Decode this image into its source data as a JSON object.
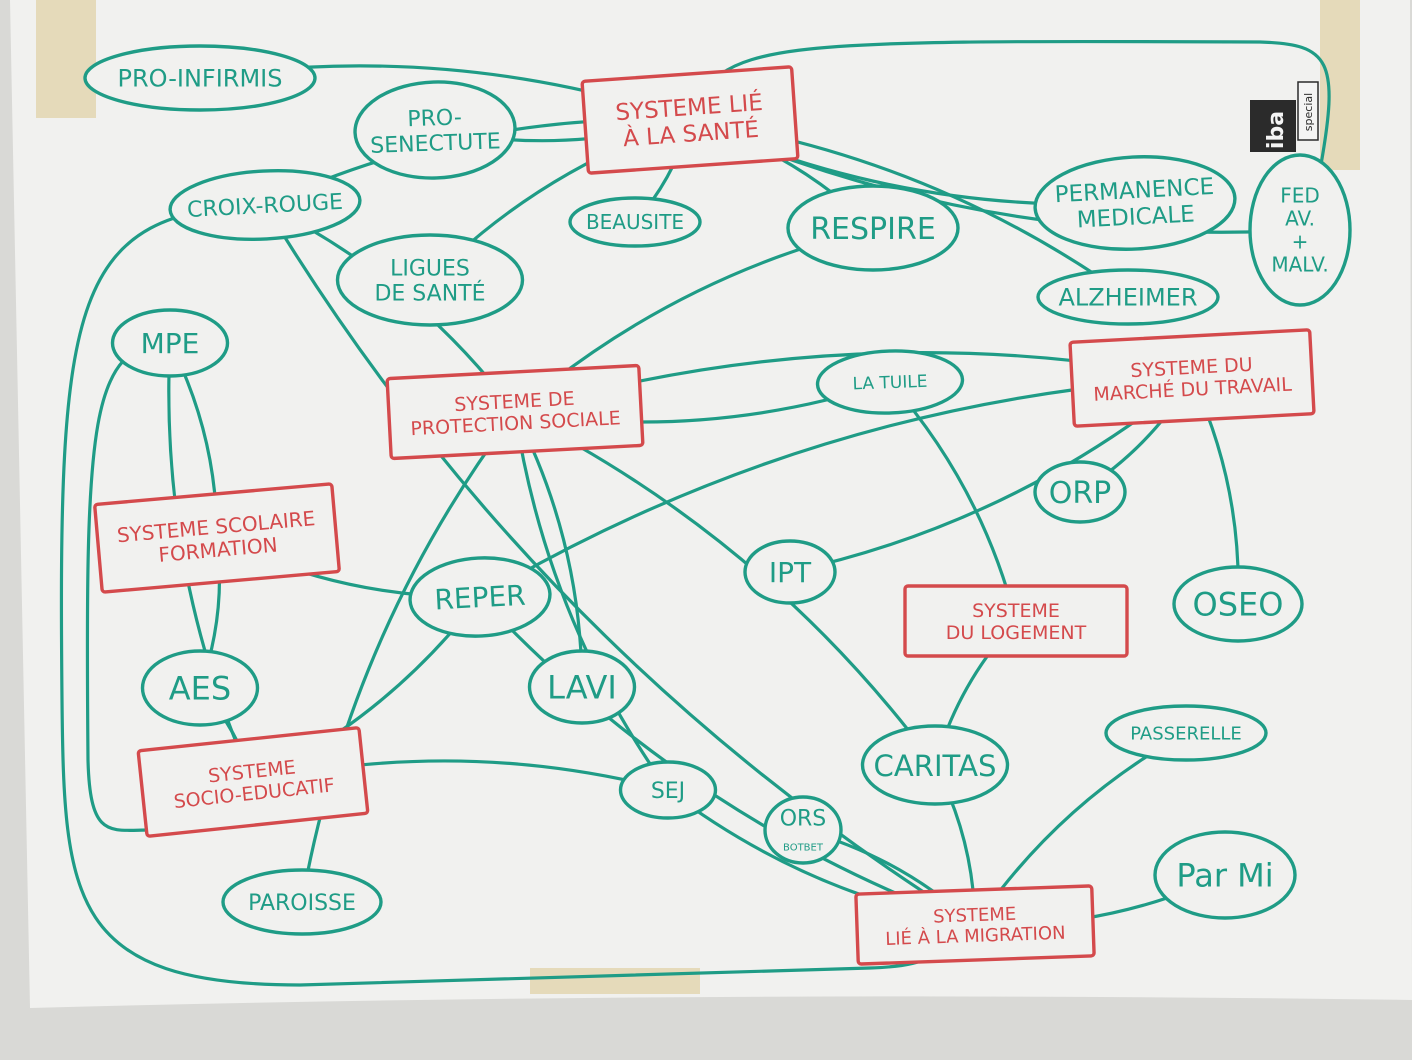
{
  "colors": {
    "wall": "#d9d9d6",
    "paper": "#f1f1ef",
    "tape": "#e3d6b0",
    "green_ink": "#1f9c86",
    "red_ink": "#d44a4c",
    "logo_bg": "#2b2b2b",
    "logo_fg": "#f4f4f4"
  },
  "logo": {
    "brand": "iba",
    "tag": "special"
  },
  "nodes": {
    "pro_infirmis": {
      "lines": [
        "PRO-INFIRMIS"
      ],
      "kind": "organisation"
    },
    "pro_senectute": {
      "lines": [
        "PRO-",
        "SENECTUTE"
      ],
      "kind": "organisation"
    },
    "sante": {
      "lines": [
        "SYSTEME LIÉ",
        "À LA SANTÉ"
      ],
      "kind": "system"
    },
    "croix_rouge": {
      "lines": [
        "CROIX-ROUGE"
      ],
      "kind": "organisation"
    },
    "beausite": {
      "lines": [
        "BEAUSITE"
      ],
      "kind": "organisation"
    },
    "respire": {
      "lines": [
        "RESPIRE"
      ],
      "kind": "organisation"
    },
    "ligues": {
      "lines": [
        "LIGUES",
        "DE SANTÉ"
      ],
      "kind": "organisation"
    },
    "permanence": {
      "lines": [
        "PERMANENCE",
        "MEDICALE"
      ],
      "kind": "organisation"
    },
    "alzheimer": {
      "lines": [
        "ALZHEIMER"
      ],
      "kind": "organisation"
    },
    "fed": {
      "lines": [
        "FED",
        "AV.",
        "+",
        "MALV."
      ],
      "kind": "organisation"
    },
    "mpe": {
      "lines": [
        "MPE"
      ],
      "kind": "organisation"
    },
    "protection": {
      "lines": [
        "SYSTEME DE",
        "PROTECTION SOCIALE"
      ],
      "kind": "system"
    },
    "la_tuile": {
      "lines": [
        "LA TUILE"
      ],
      "kind": "organisation"
    },
    "travail": {
      "lines": [
        "SYSTEME DU",
        "MARCHÉ DU TRAVAIL"
      ],
      "kind": "system"
    },
    "orp": {
      "lines": [
        "ORP"
      ],
      "kind": "organisation"
    },
    "scolaire": {
      "lines": [
        "SYSTEME SCOLAIRE",
        "FORMATION"
      ],
      "kind": "system"
    },
    "reper": {
      "lines": [
        "REPER"
      ],
      "kind": "organisation"
    },
    "ipt": {
      "lines": [
        "IPT"
      ],
      "kind": "organisation"
    },
    "logement": {
      "lines": [
        "SYSTEME",
        "DU LOGEMENT"
      ],
      "kind": "system"
    },
    "oseo": {
      "lines": [
        "OSEO"
      ],
      "kind": "organisation"
    },
    "aes": {
      "lines": [
        "AES"
      ],
      "kind": "organisation"
    },
    "lavi": {
      "lines": [
        "LAVI"
      ],
      "kind": "organisation"
    },
    "passerelle": {
      "lines": [
        "PASSERELLE"
      ],
      "kind": "organisation"
    },
    "socio": {
      "lines": [
        "SYSTEME",
        "SOCIO-EDUCATIF"
      ],
      "kind": "system"
    },
    "sej": {
      "lines": [
        "SEJ"
      ],
      "kind": "organisation"
    },
    "caritas": {
      "lines": [
        "CARITAS"
      ],
      "kind": "organisation"
    },
    "ors": {
      "lines": [
        "ORS",
        "BOTBET"
      ],
      "kind": "organisation"
    },
    "parmi": {
      "lines": [
        "Par Mi"
      ],
      "kind": "organisation"
    },
    "paroisse": {
      "lines": [
        "PAROISSE"
      ],
      "kind": "organisation"
    },
    "migration": {
      "lines": [
        "SYSTEME",
        "LIÉ À LA MIGRATION"
      ],
      "kind": "system"
    }
  },
  "edges": [
    [
      "pro_infirmis",
      "sante"
    ],
    [
      "pro_senectute",
      "sante"
    ],
    [
      "croix_rouge",
      "sante"
    ],
    [
      "beausite",
      "sante"
    ],
    [
      "ligues",
      "sante"
    ],
    [
      "respire",
      "sante"
    ],
    [
      "permanence",
      "sante"
    ],
    [
      "alzheimer",
      "sante"
    ],
    [
      "fed",
      "sante"
    ],
    [
      "respire",
      "protection"
    ],
    [
      "croix_rouge",
      "protection"
    ],
    [
      "croix_rouge",
      "migration"
    ],
    [
      "mpe",
      "scolaire"
    ],
    [
      "mpe",
      "socio"
    ],
    [
      "scolaire",
      "aes"
    ],
    [
      "scolaire",
      "reper"
    ],
    [
      "aes",
      "socio"
    ],
    [
      "protection",
      "la_tuile"
    ],
    [
      "protection",
      "lavi"
    ],
    [
      "protection",
      "sej"
    ],
    [
      "protection",
      "caritas"
    ],
    [
      "protection",
      "paroisse"
    ],
    [
      "la_tuile",
      "logement"
    ],
    [
      "travail",
      "protection"
    ],
    [
      "travail",
      "orp"
    ],
    [
      "travail",
      "reper"
    ],
    [
      "travail",
      "oseo"
    ],
    [
      "ipt",
      "travail"
    ],
    [
      "reper",
      "socio"
    ],
    [
      "reper",
      "migration"
    ],
    [
      "socio",
      "sej"
    ],
    [
      "sej",
      "migration"
    ],
    [
      "ors",
      "migration"
    ],
    [
      "logement",
      "caritas"
    ],
    [
      "caritas",
      "migration"
    ],
    [
      "passerelle",
      "migration"
    ],
    [
      "parmi",
      "migration"
    ]
  ]
}
